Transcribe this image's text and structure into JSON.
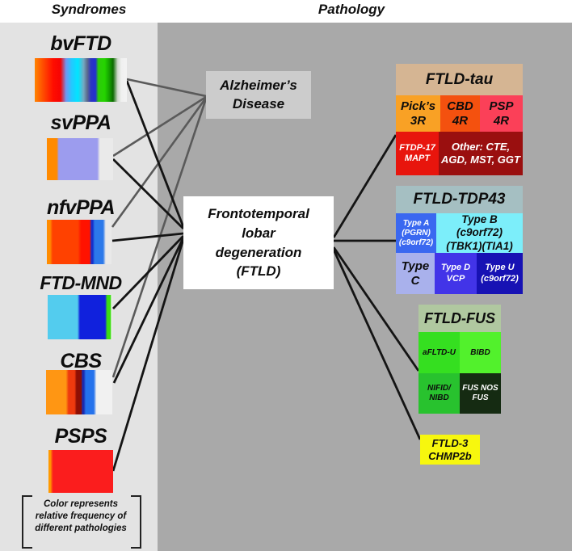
{
  "titles": {
    "syndromes": "Syndromes",
    "pathology": "Pathology"
  },
  "colors": {
    "panel_left": "#e3e3e3",
    "panel_right": "#a9a9a9",
    "line_gray": "#5a5a5a",
    "line_black": "#141414",
    "ad_box": "#cccccc",
    "ftld_box": "#ffffff"
  },
  "syndromes": {
    "items": [
      {
        "label": "bvFTD",
        "gradient": "linear-gradient(90deg,#ff8400 0%,#ff4d00 9%,#ff0d00 20%,#f60404 28%,#6f97f2 34%,#24c8ff 40%,#00e5ff 47%,#74aac2 53%,#5c6b8c 57%,#2c35c4 61%,#2330cf 66%,#2ecb0b 69%,#24d400 76%,#13a000 81%,#0c6b00 85%,#cfd8cc 90%,#f0f0f0 94%,#f3f3f3 100%)"
      },
      {
        "label": "svPPA",
        "gradient": "linear-gradient(90deg,#ff8a00 0%,#ff8a00 15%,#9c9cee 18%,#9c9cee 76%,#eaeaea 80%,#eaeaea 100%)"
      },
      {
        "label": "nfvPPA",
        "gradient": "linear-gradient(90deg,#ff8c00 0%,#ff8c00 5%,#ff4100 9%,#ff4100 48%,#ff1200 53%,#ff1200 66%,#1531cc 69%,#1531cc 71%,#2c79ea 74%,#2c79ea 87%,#e9e9e9 91%,#e9e9e9 100%)"
      },
      {
        "label": "FTD-MND",
        "gradient": "linear-gradient(90deg,#53ccee 0%,#53ccee 46%,#1021dd 50%,#1021dd 89%,#3ddd12 92%,#3ddd12 97%,#f0f0f0 99%,#f0f0f0 100%)"
      },
      {
        "label": "CBS",
        "gradient": "linear-gradient(90deg,#ff9613 0%,#ff9613 30%,#ee3a0e 34%,#ee3a0e 43%,#8e0f04 46%,#8e0f04 53%,#1b2bb0 55%,#1b2bb0 57%,#2472ec 60%,#2472ec 72%,#f1f1f1 76%,#f1f1f1 100%)"
      },
      {
        "label": "PSPS",
        "gradient": "linear-gradient(90deg,#ff9900 0%,#ff9900 3%,#fb1d1d 7%,#fb1d1d 100%)"
      }
    ],
    "note": "Color represents\nrelative frequency of\ndifferent pathologies"
  },
  "center": {
    "alzheimers": "Alzheimer’s\nDisease",
    "ftld": "Frontotemporal\nlobar\ndegeneration\n(FTLD)"
  },
  "pathology": {
    "tau": {
      "title": "FTLD-tau",
      "color": "#d5b593",
      "cells": [
        {
          "label": "Pick’s\n3R",
          "color": "#f9a125"
        },
        {
          "label": "CBD\n4R",
          "color": "#f4510f"
        },
        {
          "label": "PSP\n4R",
          "color": "#fb4058"
        },
        {
          "label": "FTDP-17\nMAPT",
          "color": "#e8150d"
        },
        {
          "label": "Other: CTE,\nAGD, MST, GGT",
          "color": "#9a0f0f"
        }
      ]
    },
    "tdp43": {
      "title": "FTLD-TDP43",
      "color": "#a5bfc2",
      "cells": [
        {
          "label": "Type A\n(PGRN)\n(c9orf72)",
          "color": "#3a68f0"
        },
        {
          "label": "Type B\n(c9orf72)\n(TBK1)(TIA1)",
          "color": "#7ceefa"
        },
        {
          "label": "Type C",
          "color": "#a9b1ec"
        },
        {
          "label": "Type D\nVCP",
          "color": "#4234e8"
        },
        {
          "label": "Type U\n(c9orf72)",
          "color": "#1712b4"
        }
      ]
    },
    "fus": {
      "title": "FTLD-FUS",
      "color": "#b0c8a0",
      "cells": [
        {
          "label": "aFLTD-U",
          "color": "#35df20"
        },
        {
          "label": "BIBD",
          "color": "#52f12c"
        },
        {
          "label": "NIFID/\nNIBD",
          "color": "#28c22e"
        },
        {
          "label": "FUS NOS\nFUS",
          "color": "#152b12"
        }
      ]
    },
    "chmp2b": {
      "label": "FTLD-3\nCHMP2b",
      "color": "#f7f70e"
    }
  }
}
